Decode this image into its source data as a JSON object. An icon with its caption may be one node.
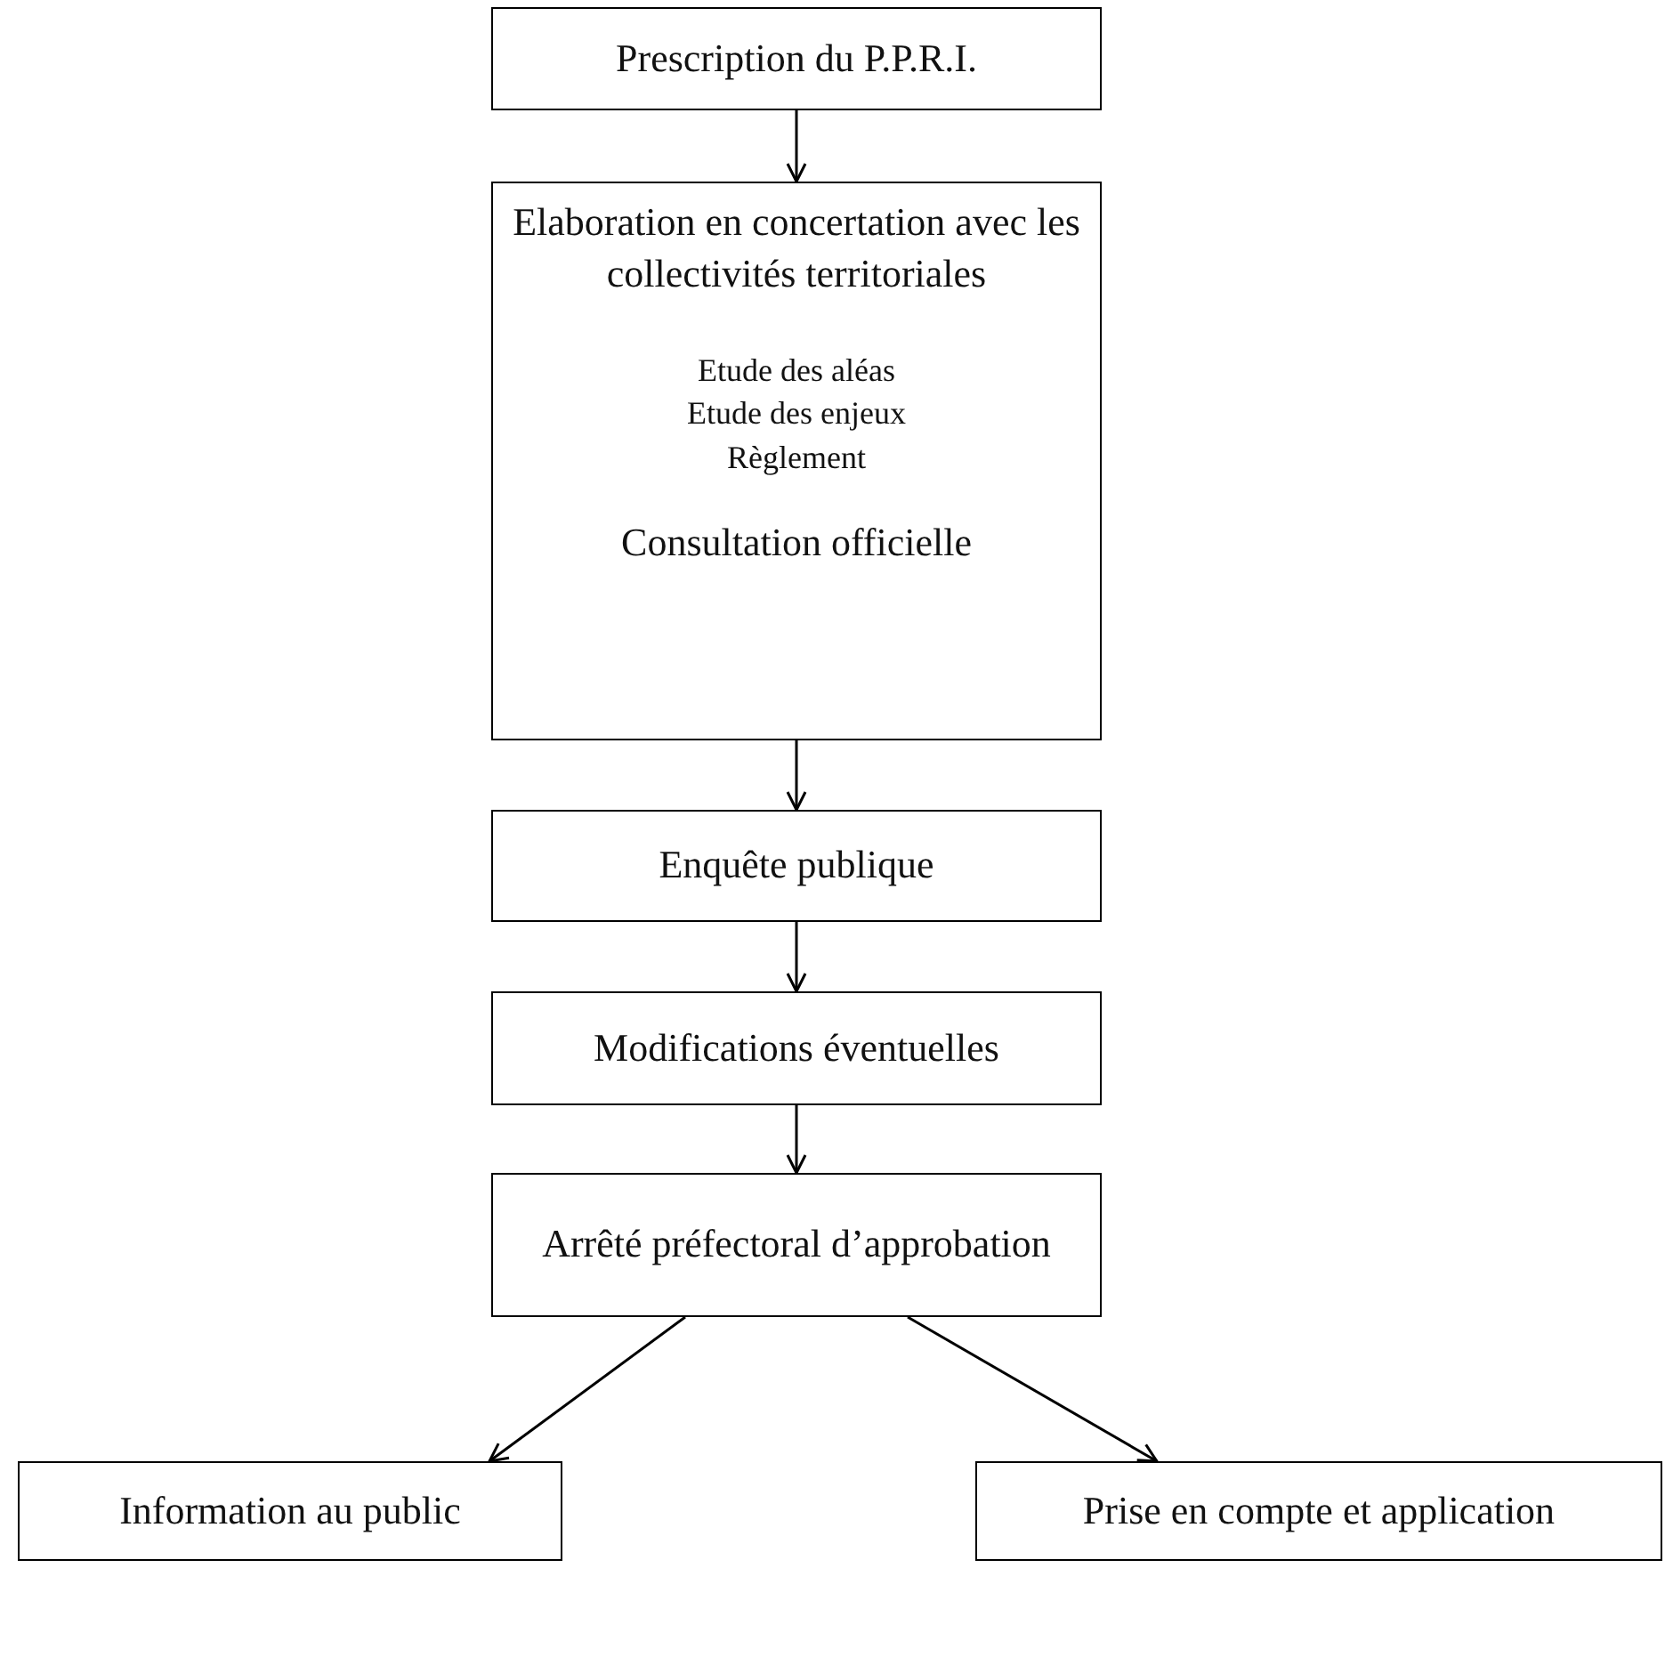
{
  "diagram": {
    "nodes": [
      {
        "text": [
          "Prescription du P.P.R.I."
        ]
      },
      {
        "text": [
          "Elaboration en concertation avec les collectivités territoriales",
          "Etude des aléas",
          "Etude des enjeux",
          "Règlement",
          "Consultation officielle"
        ]
      },
      {
        "text": [
          "Enquête publique"
        ]
      },
      {
        "text": [
          "Modifications éventuelles"
        ]
      },
      {
        "text": [
          "Arrêté préfectoral d’approbation"
        ]
      },
      {
        "text": [
          "Information au public"
        ]
      },
      {
        "text": [
          "Prise en compte et application"
        ]
      }
    ],
    "edges": [
      {
        "from": 0,
        "to": 1,
        "arrow": "to"
      },
      {
        "from": 1,
        "to": 2,
        "arrow": "to"
      },
      {
        "from": 2,
        "to": 3,
        "arrow": "to"
      },
      {
        "from": 3,
        "to": 4,
        "arrow": "to"
      },
      {
        "from": 4,
        "to": 5,
        "arrow": "to"
      },
      {
        "from": 4,
        "to": 6,
        "arrow": "to"
      }
    ]
  }
}
